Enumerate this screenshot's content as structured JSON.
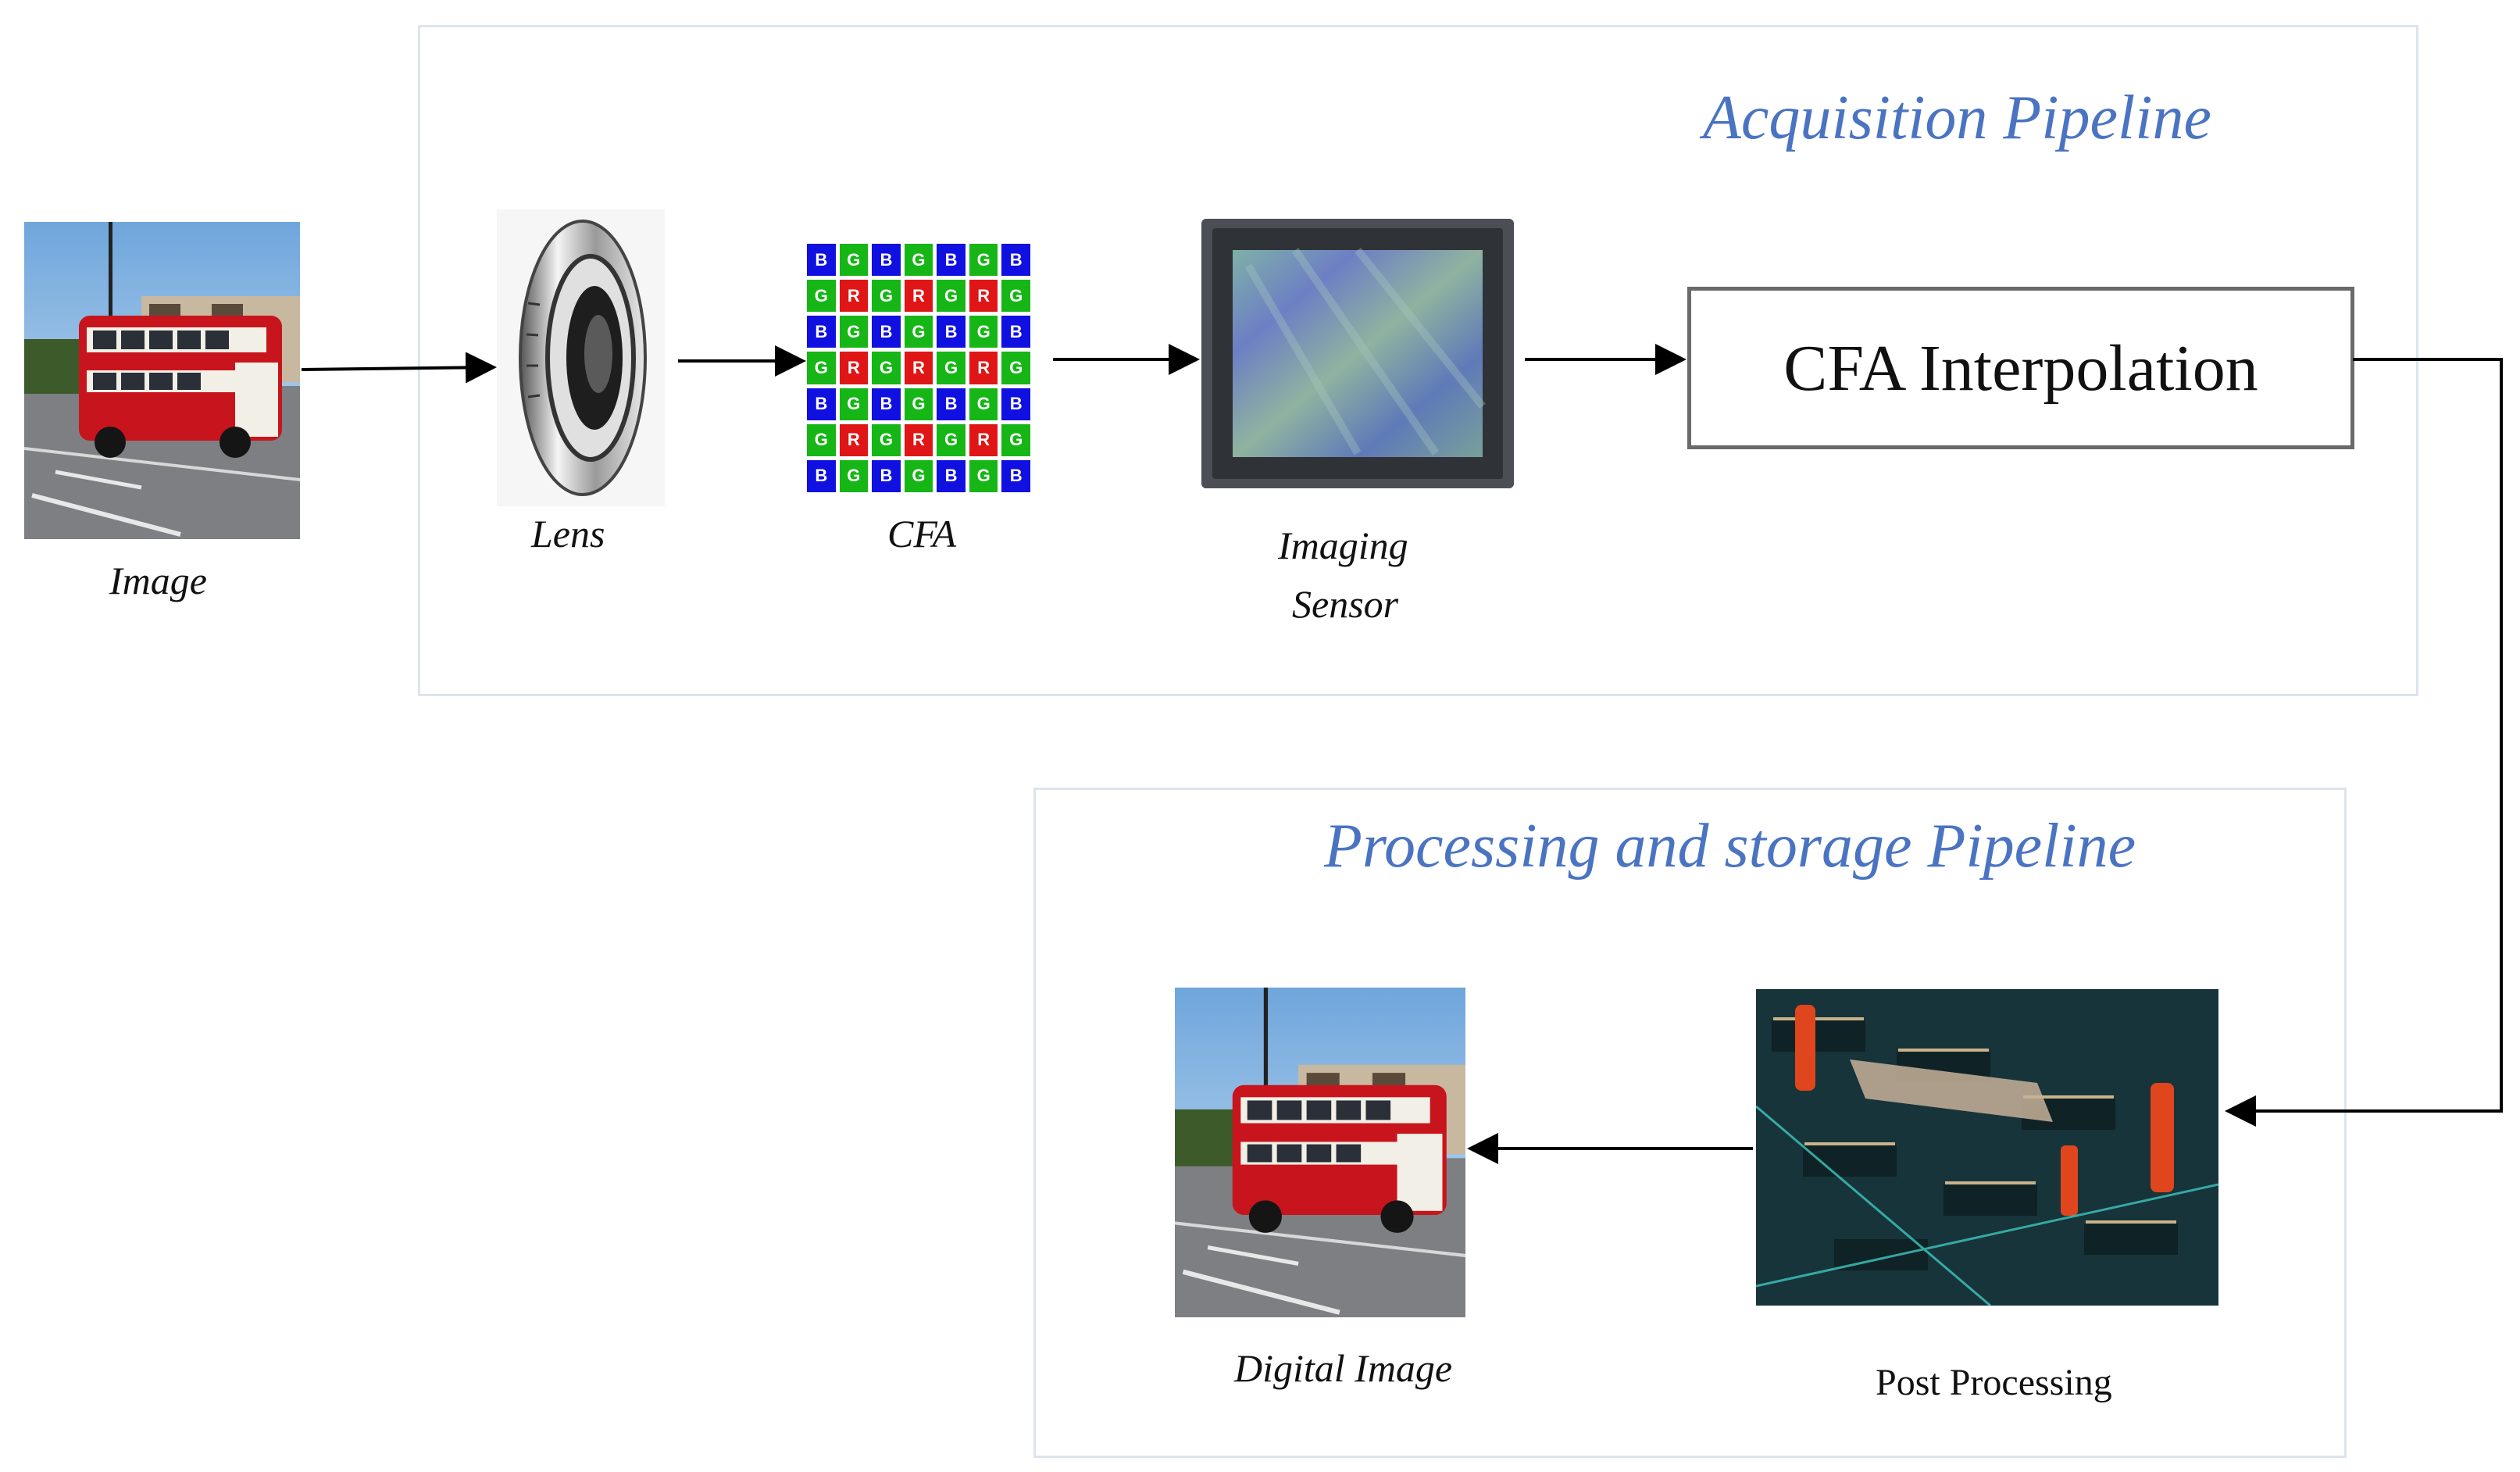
{
  "pipelines": {
    "acquisition_title": "Acquisition Pipeline",
    "processing_title": "Processing and storage Pipeline"
  },
  "nodes": {
    "image": {
      "label": "Image"
    },
    "lens": {
      "label": "Lens"
    },
    "cfa": {
      "label": "CFA"
    },
    "sensor": {
      "label_line1": "Imaging",
      "label_line2": "Sensor"
    },
    "interpolation": {
      "label": "CFA Interpolation"
    },
    "post_processing": {
      "label": "Post Processing"
    },
    "digital_image": {
      "label": "Digital Image"
    }
  },
  "cfa_pattern": [
    [
      "B",
      "G",
      "B",
      "G",
      "B",
      "G",
      "B"
    ],
    [
      "G",
      "R",
      "G",
      "R",
      "G",
      "R",
      "G"
    ],
    [
      "B",
      "G",
      "B",
      "G",
      "B",
      "G",
      "B"
    ],
    [
      "G",
      "R",
      "G",
      "R",
      "G",
      "R",
      "G"
    ],
    [
      "B",
      "G",
      "B",
      "G",
      "B",
      "G",
      "B"
    ],
    [
      "G",
      "R",
      "G",
      "R",
      "G",
      "R",
      "G"
    ],
    [
      "B",
      "G",
      "B",
      "G",
      "B",
      "G",
      "B"
    ]
  ],
  "colors": {
    "title": "#4a74c2",
    "cfa_blue": "#1010e0",
    "cfa_green": "#16b616",
    "cfa_red": "#e01515",
    "panel_border": "#dde4ee"
  }
}
